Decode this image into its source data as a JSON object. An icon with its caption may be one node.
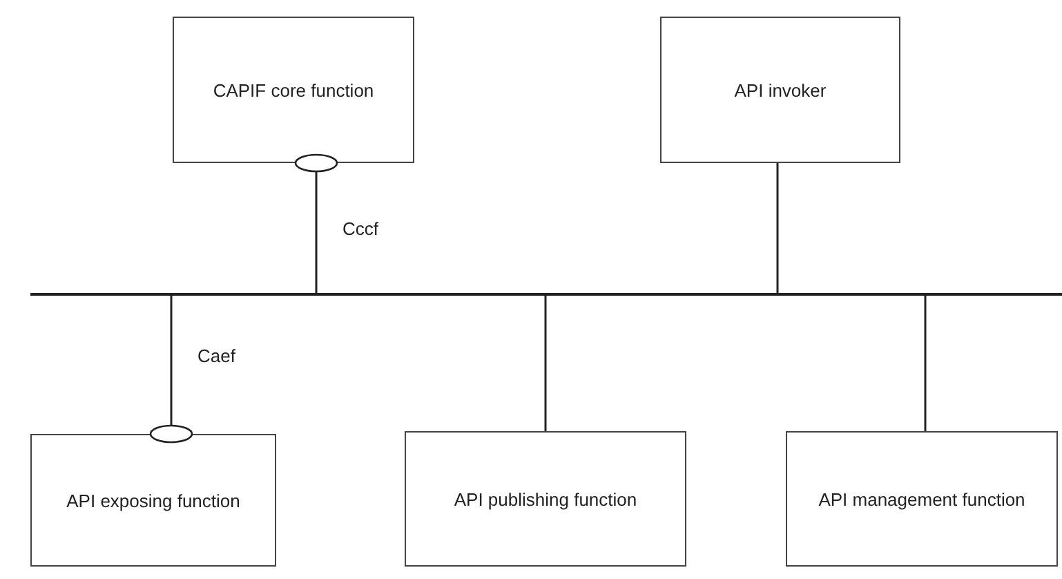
{
  "diagram": {
    "nodes": [
      {
        "text": [
          "CAPIF core function"
        ]
      },
      {
        "text": [
          "API invoker"
        ]
      },
      {
        "text": [],
        "shape": "bar"
      },
      {
        "text": [
          "API exposing function"
        ]
      },
      {
        "text": [
          "API publishing function"
        ]
      },
      {
        "text": [
          "API management function"
        ]
      }
    ],
    "edges": [
      {
        "from": 0,
        "to": 2,
        "arrow": "other",
        "label": "Cccf"
      },
      {
        "from": 1,
        "to": 2,
        "arrow": "none"
      },
      {
        "from": 3,
        "to": 2,
        "arrow": "other",
        "label": "Caef"
      },
      {
        "from": 4,
        "to": 2,
        "arrow": "none"
      },
      {
        "from": 5,
        "to": 2,
        "arrow": "none"
      }
    ]
  }
}
